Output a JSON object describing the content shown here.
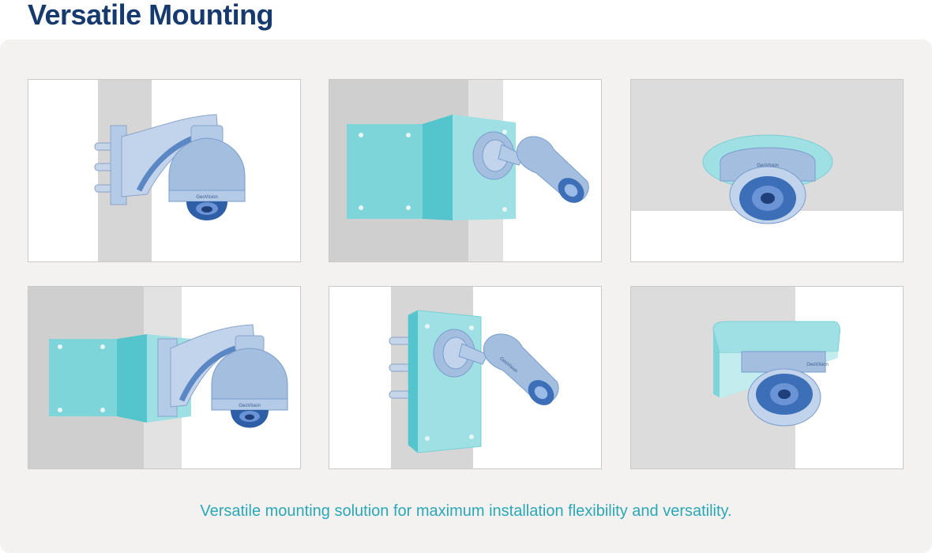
{
  "header": {
    "title": "Versatile Mounting"
  },
  "tiles": [
    {
      "name": "wall-mount-ptz-dome"
    },
    {
      "name": "corner-mount-bullet"
    },
    {
      "name": "in-ceiling-flush-mount-dome"
    },
    {
      "name": "corner-mount-ptz-dome"
    },
    {
      "name": "pole-mount-bullet"
    },
    {
      "name": "wall-mount-dome"
    }
  ],
  "colors": {
    "title": "#163a6e",
    "caption": "#2ba7b5",
    "panel_background": "#f3f2f1",
    "wall": "#d6d6d6",
    "camera_body": "#a3bedf",
    "lens": "#3d6fb8",
    "bracket": "#7dd4d9"
  },
  "footer": {
    "caption": "Versatile mounting solution for maximum installation flexibility and versatility."
  }
}
